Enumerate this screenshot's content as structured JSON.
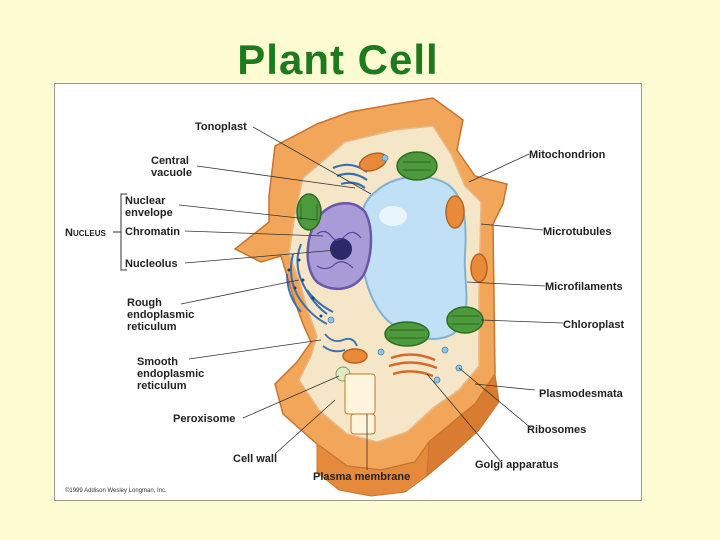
{
  "title": "Plant Cell",
  "labels": {
    "tonoplast": "Tonoplast",
    "central_vacuole": [
      "Central",
      "vacuole"
    ],
    "nucleus_group": [
      "N",
      "UCLEUS"
    ],
    "nuclear_envelope": [
      "Nuclear",
      "envelope"
    ],
    "chromatin": "Chromatin",
    "nucleolus": "Nucleolus",
    "rough_er": [
      "Rough",
      "endoplasmic",
      "reticulum"
    ],
    "smooth_er": [
      "Smooth",
      "endoplasmic",
      "reticulum"
    ],
    "peroxisome": "Peroxisome",
    "cell_wall": "Cell wall",
    "plasma_membrane": "Plasma membrane",
    "golgi_apparatus": "Golgi apparatus",
    "ribosomes": "Ribosomes",
    "plasmodesmata": "Plasmodesmata",
    "chloroplast": "Chloroplast",
    "microfilaments": "Microfilaments",
    "microtubules": "Microtubules",
    "mitochondrion": "Mitochondrion"
  },
  "copyright": "©1999 Addison Wesley Longman, Inc.",
  "colors": {
    "title": "#1e7a1e",
    "background": "#fdfbd2",
    "cell_wall": "#f2a65a",
    "cytoplasm": "#f6e6c8",
    "vacuole": "#bfe0f5",
    "nucleus": "#a99ad8",
    "chloroplast": "#4c9a3c",
    "er": "#3a6fb0",
    "mitochondrion": "#e98a3a"
  }
}
